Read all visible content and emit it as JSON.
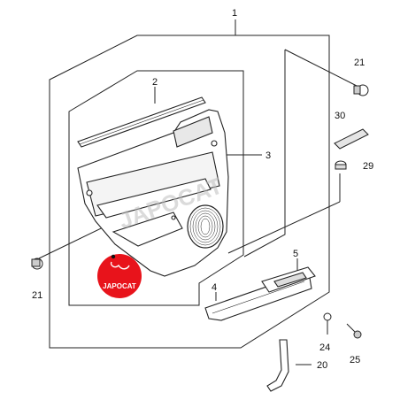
{
  "callouts": {
    "c1": "1",
    "c2": "2",
    "c3": "3",
    "c4": "4",
    "c5": "5",
    "c20": "20",
    "c21_top": "21",
    "c21_left": "21",
    "c24": "24",
    "c25": "25",
    "c29": "29",
    "c30": "30"
  },
  "watermark": {
    "text": "JAPOCAT",
    "badge_text": "JAPOCAT",
    "badge_color": "#e8131b",
    "line_color": "#222222"
  }
}
